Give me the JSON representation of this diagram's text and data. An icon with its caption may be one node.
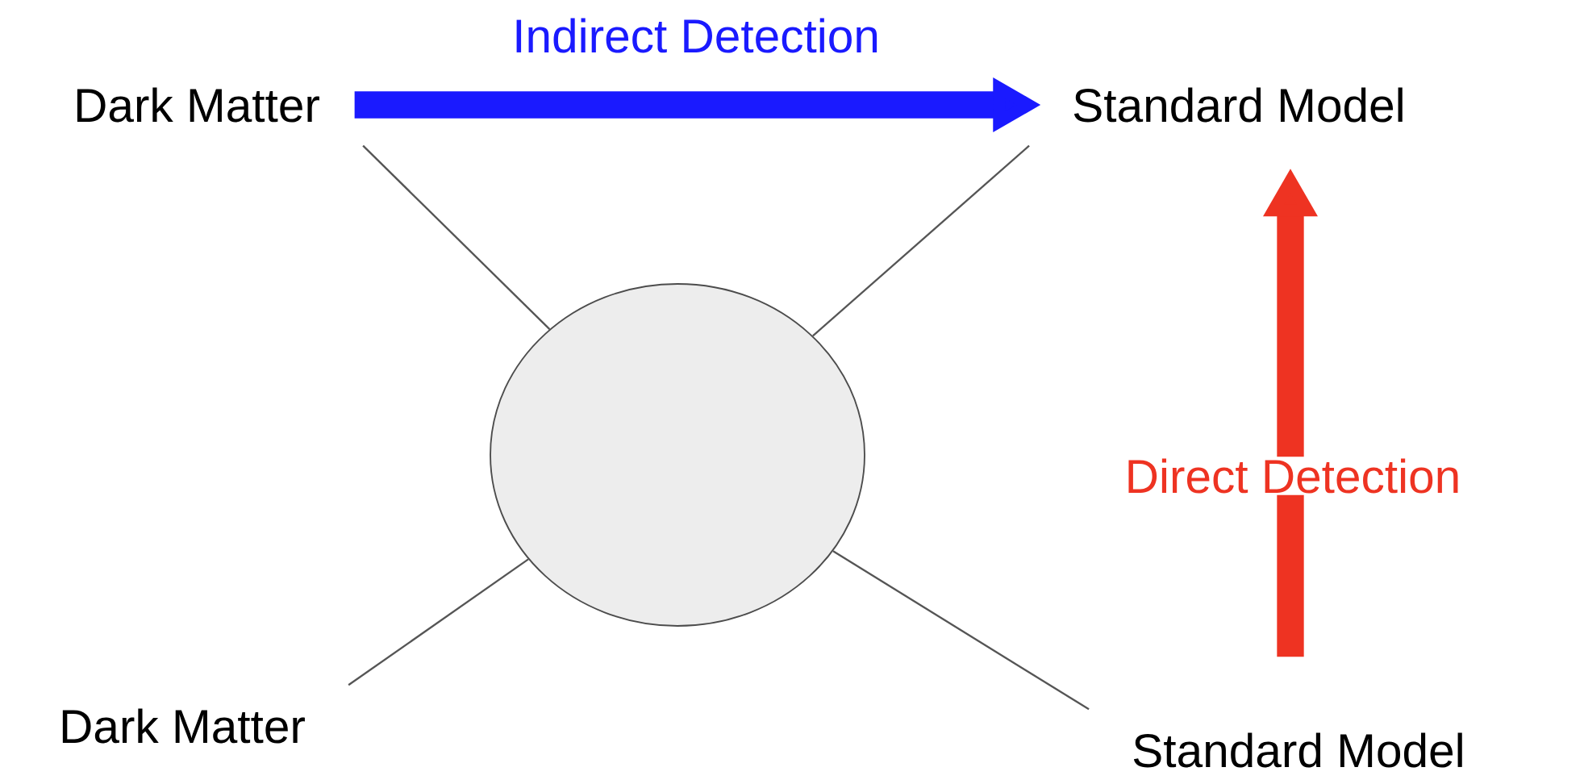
{
  "diagram": {
    "nodes": [
      {
        "text": [
          "Dark Matter"
        ]
      },
      {
        "text": [
          "Standard Model"
        ]
      },
      {
        "text": [],
        "shape": "circle"
      },
      {
        "text": [
          "Dark Matter"
        ]
      },
      {
        "text": [
          "Standard Model"
        ]
      }
    ],
    "edges": [
      {
        "from": 0,
        "to": 1,
        "arrow": "to",
        "label": "Indirect Detection",
        "style": "thick",
        "color": "#1a1aff"
      },
      {
        "from": 4,
        "to": 1,
        "arrow": "to",
        "label": "Direct Detection",
        "style": "thick",
        "color": "#ee3322"
      },
      {
        "from": 0,
        "to": 2,
        "arrow": "none"
      },
      {
        "from": 1,
        "to": 2,
        "arrow": "none"
      },
      {
        "from": 3,
        "to": 2,
        "arrow": "none"
      },
      {
        "from": 4,
        "to": 2,
        "arrow": "none"
      }
    ]
  }
}
